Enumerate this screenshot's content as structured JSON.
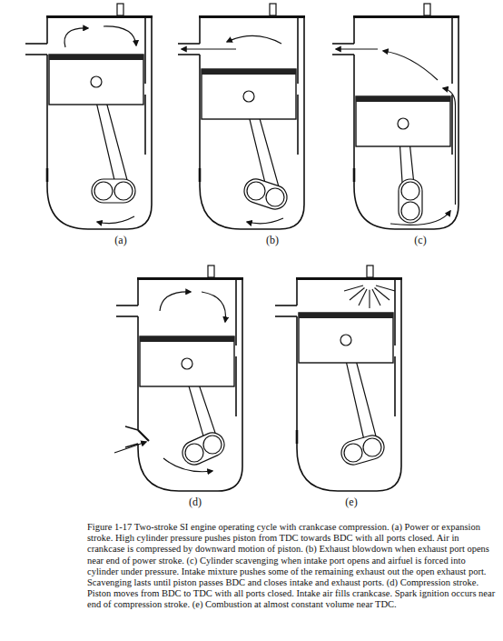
{
  "diagram": {
    "caption": "Figure 1-17 Two-stroke SI engine operating cycle with crankcase compression. (a) Power or expansion stroke. High cylinder pressure pushes piston from TDC towards BDC with all ports closed. Air in crankcase is compressed by downward motion of piston. (b) Exhaust blowdown when exhaust port opens near end of power stroke. (c) Cylinder scavenging when intake port opens and airfuel is forced into cylinder under pressure. Intake mixture pushes some of the remaining exhaust out the open exhaust port. Scavenging lasts until piston passes BDC and closes intake and exhaust ports. (d) Compression stroke. Piston moves from BDC to TDC with all ports closed. Intake air fills crankcase. Spark ignition occurs near end of compression stroke. (e) Combustion at almost constant volume near TDC.",
    "labels": [
      "(a)",
      "(b)",
      "(c)",
      "(d)",
      "(e)"
    ]
  }
}
